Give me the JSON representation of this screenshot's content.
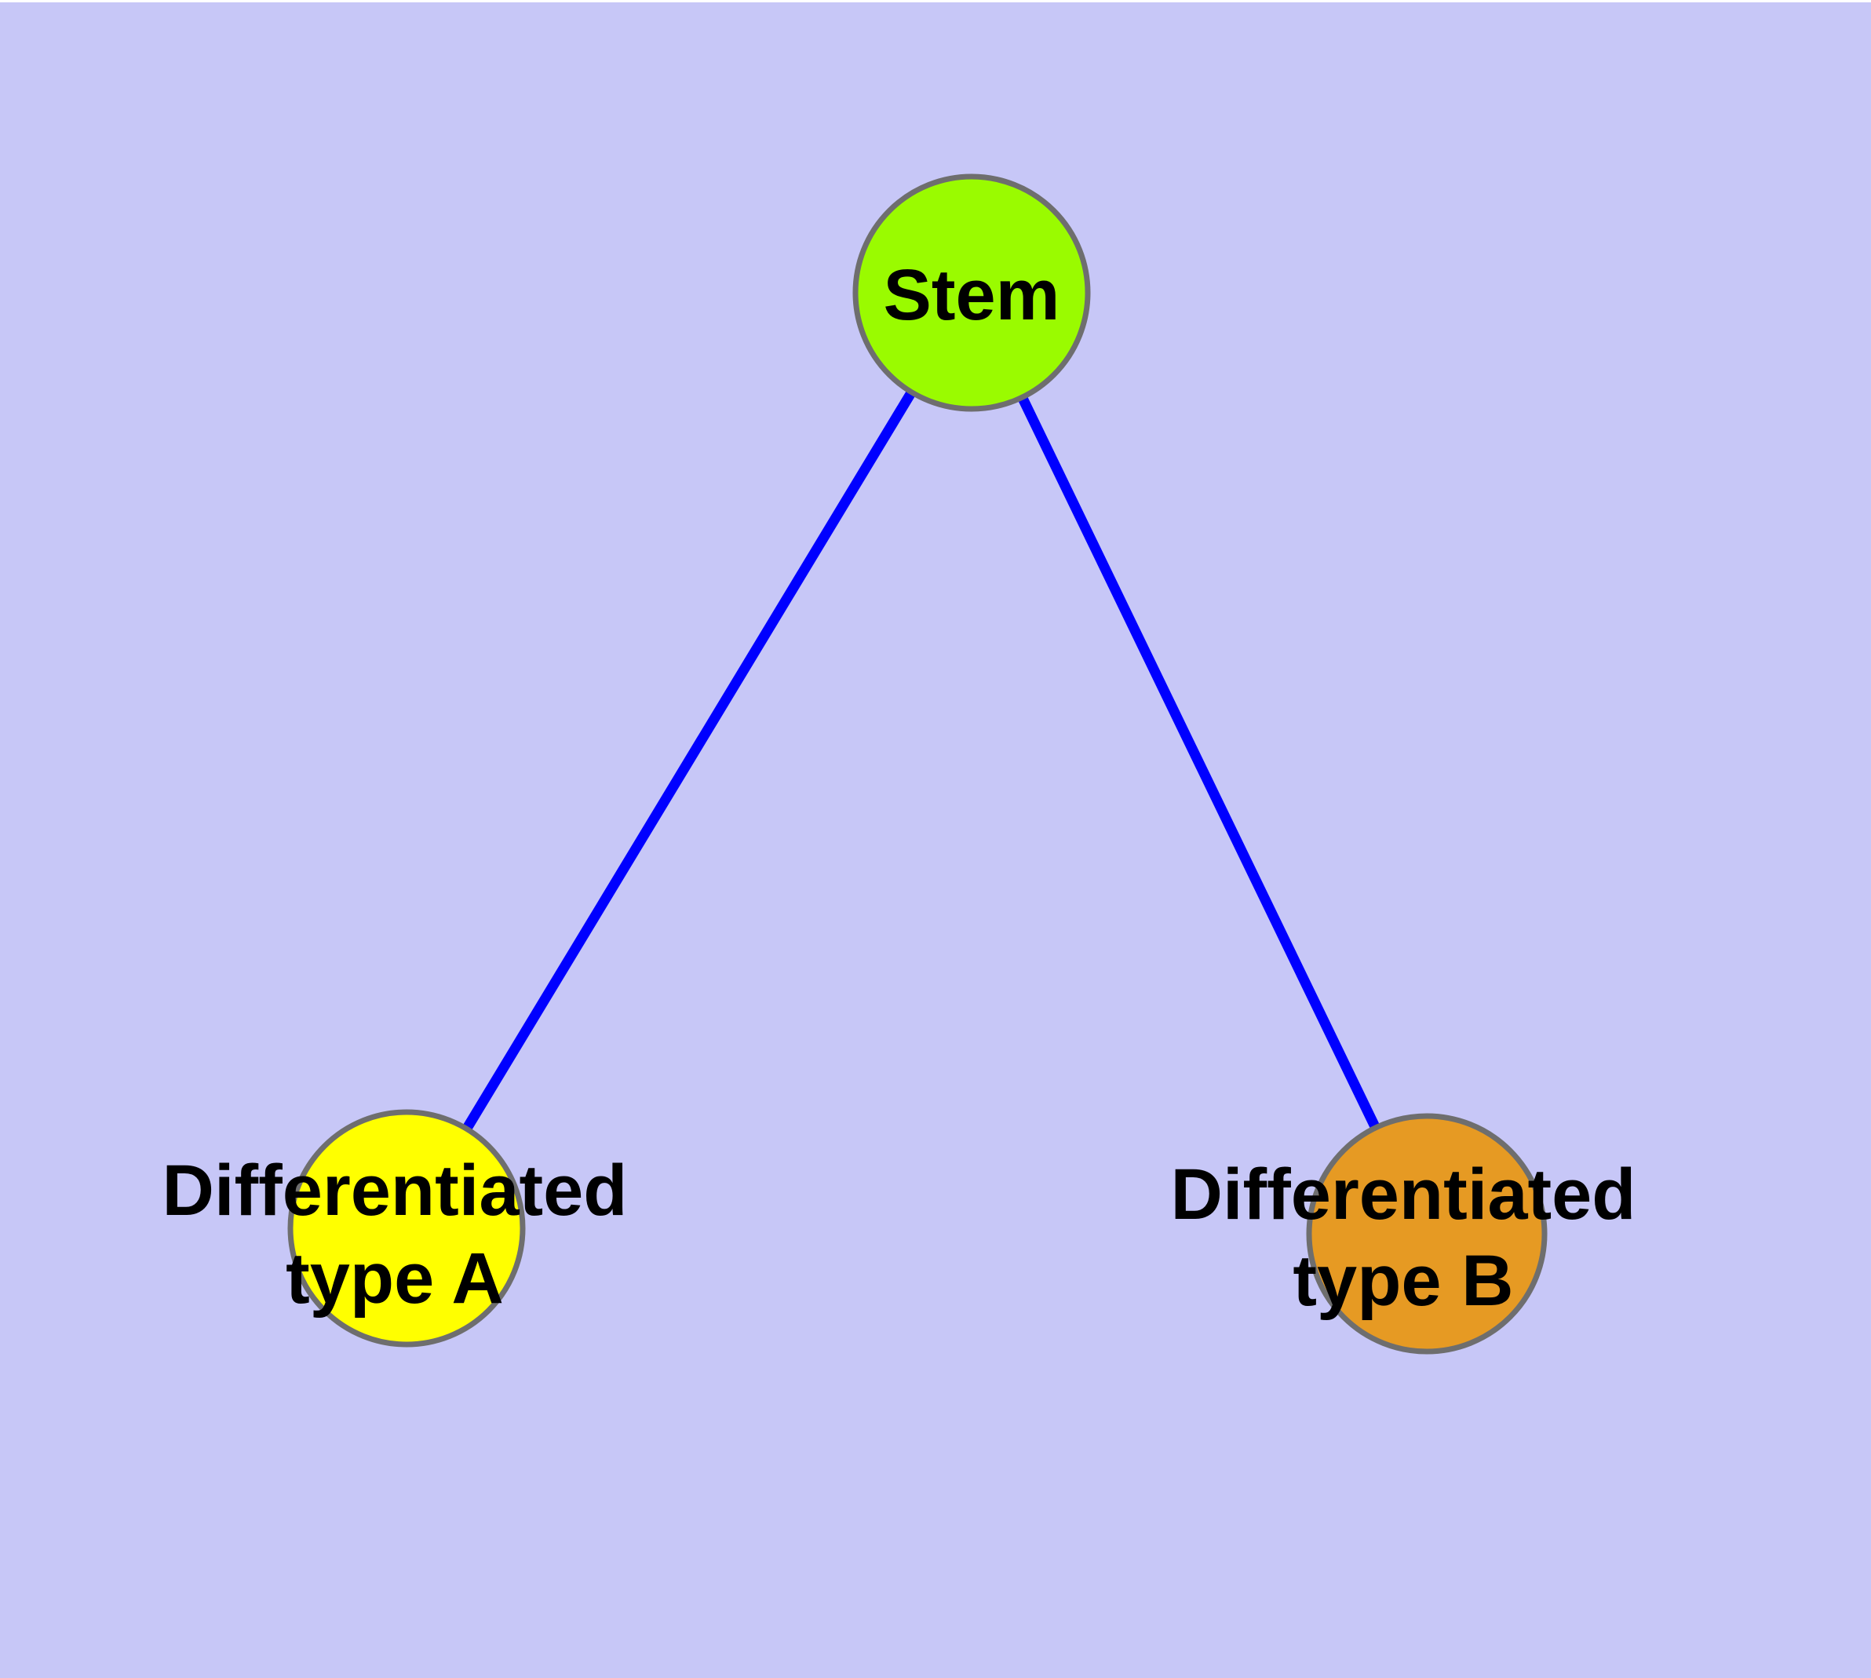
{
  "diagram": {
    "type": "node-link-graph",
    "background_color": "#C7C7F7",
    "edge_color": "#0000FF",
    "node_border_color": "#6E6E6E",
    "text_color": "#000000",
    "nodes": {
      "stem": {
        "label": "Stem",
        "fill": "#9AFB00"
      },
      "type_a": {
        "label": "Differentiated type A",
        "label_line1": "Differentiated",
        "label_line2": "type A",
        "fill": "#FFFF00"
      },
      "type_b": {
        "label": "Differentiated type B",
        "label_line1": "Differentiated",
        "label_line2": "type B",
        "fill": "#E69A23"
      }
    },
    "edges": [
      {
        "from": "Stem",
        "to": "Differentiated type A"
      },
      {
        "from": "Stem",
        "to": "Differentiated type B"
      }
    ]
  }
}
